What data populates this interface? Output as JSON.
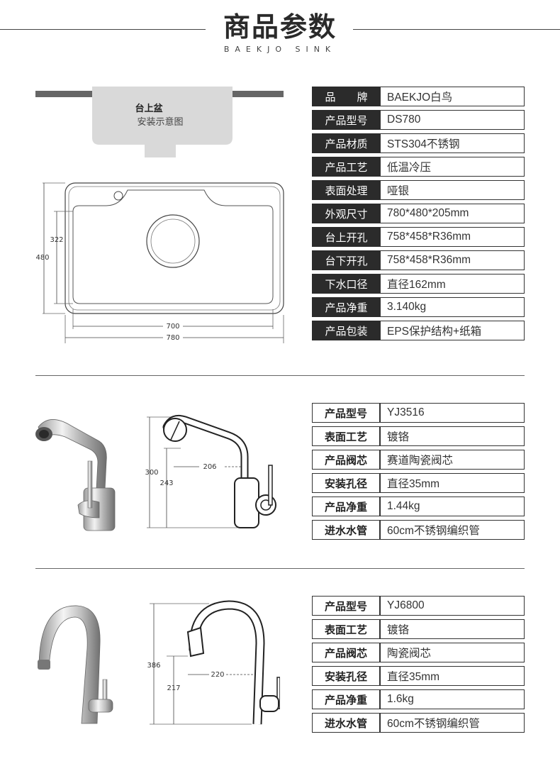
{
  "header": {
    "title": "商品参数",
    "subtitle": "BAEKJO SINK"
  },
  "sink": {
    "badge_title": "台上盆",
    "badge_sub": "安装示意图",
    "dims": {
      "height_outer": "480",
      "height_inner": "322",
      "width_inner": "700",
      "width_outer": "780"
    },
    "specs": [
      {
        "k": "品　　牌",
        "v": "BAEKJO白鸟"
      },
      {
        "k": "产品型号",
        "v": "DS780"
      },
      {
        "k": "产品材质",
        "v": "STS304不锈钢"
      },
      {
        "k": "产品工艺",
        "v": "低温冷压"
      },
      {
        "k": "表面处理",
        "v": "哑银"
      },
      {
        "k": "外观尺寸",
        "v": "780*480*205mm"
      },
      {
        "k": "台上开孔",
        "v": "758*458*R36mm"
      },
      {
        "k": "台下开孔",
        "v": "758*458*R36mm"
      },
      {
        "k": "下水口径",
        "v": "直径162mm"
      },
      {
        "k": "产品净重",
        "v": "3.140kg"
      },
      {
        "k": "产品包装",
        "v": "EPS保护结构+纸箱"
      }
    ]
  },
  "faucet1": {
    "dims": {
      "total_height": "300",
      "spout_height": "243",
      "reach": "206"
    },
    "specs": [
      {
        "k": "产品型号",
        "v": "YJ3516"
      },
      {
        "k": "表面工艺",
        "v": "镀铬"
      },
      {
        "k": "产品阀芯",
        "v": "赛道陶瓷阀芯"
      },
      {
        "k": "安装孔径",
        "v": "直径35mm"
      },
      {
        "k": "产品净重",
        "v": "1.44kg"
      },
      {
        "k": "进水水管",
        "v": "60cm不锈钢编织管"
      }
    ]
  },
  "faucet2": {
    "dims": {
      "total_height": "386",
      "spout_height": "217",
      "reach": "220"
    },
    "specs": [
      {
        "k": "产品型号",
        "v": "YJ6800"
      },
      {
        "k": "表面工艺",
        "v": "镀铬"
      },
      {
        "k": "产品阀芯",
        "v": "陶瓷阀芯"
      },
      {
        "k": "安装孔径",
        "v": "直径35mm"
      },
      {
        "k": "产品净重",
        "v": "1.6kg"
      },
      {
        "k": "进水水管",
        "v": "60cm不锈钢编织管"
      }
    ]
  }
}
